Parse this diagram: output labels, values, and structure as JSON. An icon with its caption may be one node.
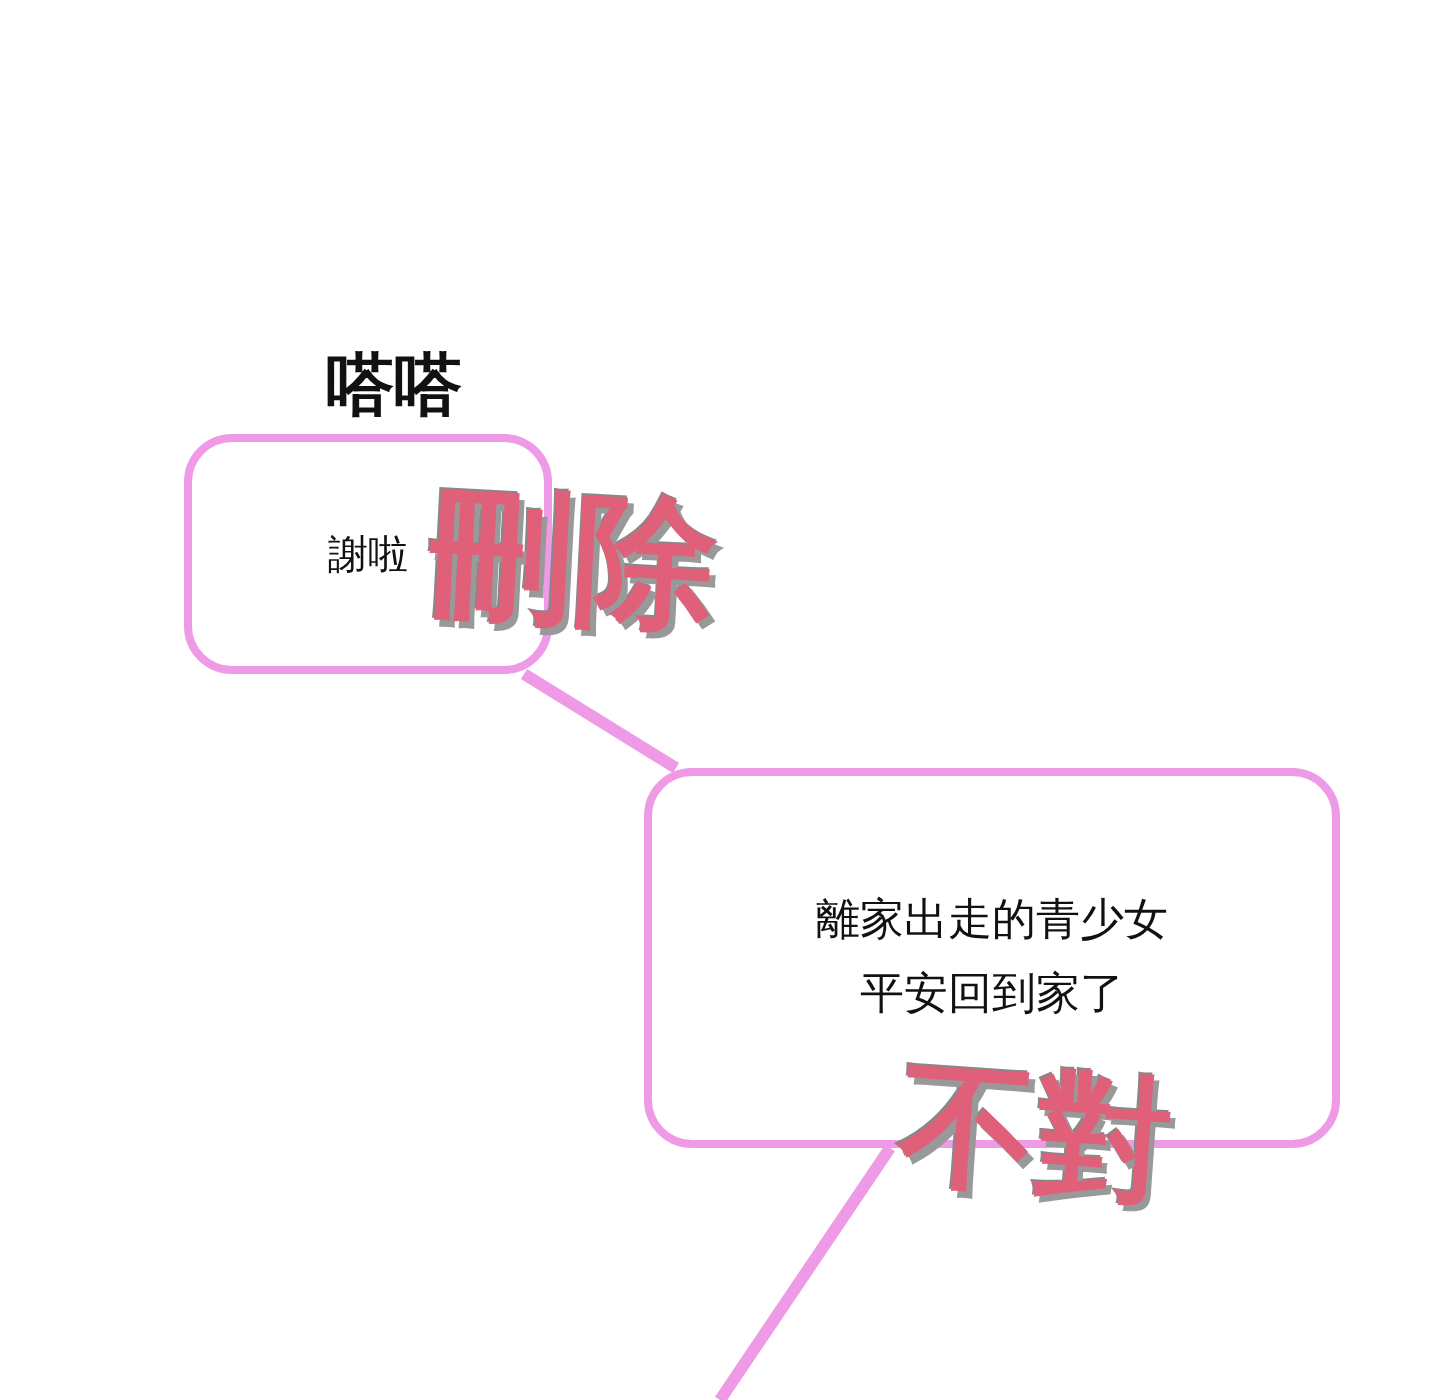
{
  "diagram": {
    "nodes": [
      {
        "text": [
          "謝啦"
        ]
      },
      {
        "text": [
          "離家出走的青少女平安回到家了"
        ]
      }
    ],
    "edges": [
      {
        "from": 0,
        "to": 1,
        "arrow": "none"
      },
      {
        "from": 1,
        "to": null,
        "arrow": "none"
      }
    ],
    "labels": [
      "嗒嗒",
      "刪除",
      "不對"
    ]
  }
}
